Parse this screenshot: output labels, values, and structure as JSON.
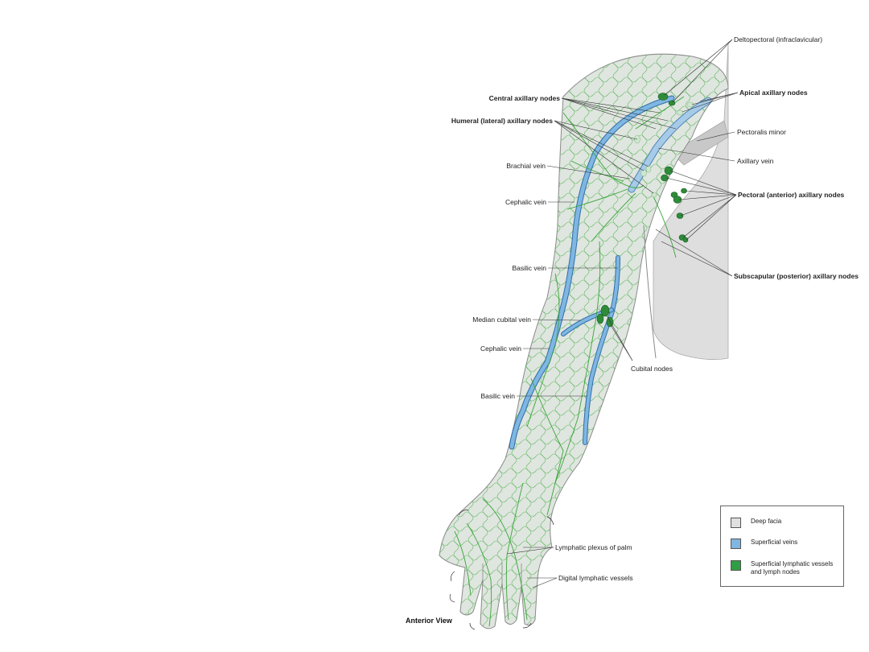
{
  "figure": {
    "view_title": "Anterior View",
    "labels": {
      "deltopectoral": "Deltopectoral (infraclavicular)",
      "apical_axillary": "Apical axillary nodes",
      "central_axillary": "Central axillary nodes",
      "humeral_axillary": "Humeral (lateral) axillary nodes",
      "pectoralis_minor": "Pectoralis minor",
      "axillary_vein": "Axillary vein",
      "brachial_vein": "Brachial vein",
      "pectoral_axillary": "Pectoral (anterior) axillary nodes",
      "cephalic_vein_upper": "Cephalic vein",
      "basilic_vein_upper": "Basilic vein",
      "subscapular_axillary": "Subscapular (posterior) axillary nodes",
      "median_cubital_vein": "Median cubital vein",
      "cephalic_vein_lower": "Cephalic vein",
      "cubital_nodes": "Cubital nodes",
      "basilic_vein_lower": "Basilic vein",
      "lymphatic_plexus_palm": "Lymphatic plexus of palm",
      "digital_lymphatic": "Digital lymphatic vessels"
    },
    "legend": [
      {
        "label": "Deep facia",
        "color": "#e0e0e0"
      },
      {
        "label": "Superficial veins",
        "color": "#7fb6e2"
      },
      {
        "label": "Superficial lymphatic vessels and lymph nodes",
        "color": "#2f9e44"
      }
    ],
    "colors": {
      "skin": "#e3e6e3",
      "fascia": "#dcdcdc",
      "vein": "#5a9fd8",
      "vein_edge": "#2f6fa8",
      "lymph": "#3aa63a",
      "node": "#2e8b3a",
      "lymph_tint": "#d6ecd6"
    }
  }
}
